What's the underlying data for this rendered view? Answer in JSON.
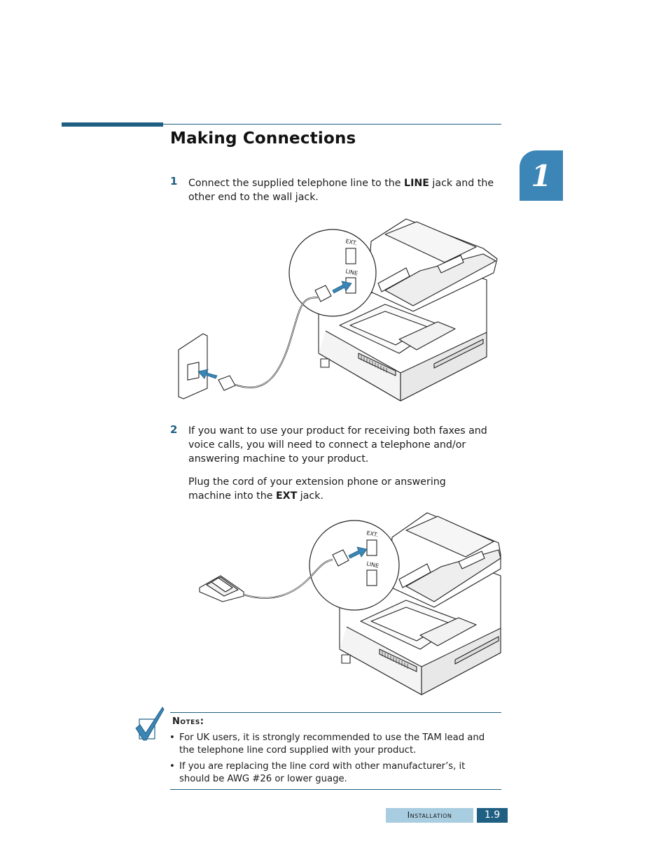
{
  "section": {
    "title": "Making Connections",
    "chapter_number": "1"
  },
  "steps": [
    {
      "number": "1",
      "text_before": "Connect the supplied telephone line to the ",
      "bold": "LINE",
      "text_after": " jack and the other end to the wall jack."
    },
    {
      "number": "2",
      "paragraph1": "If you want to use your product for receiving both faxes and voice calls, you will need to connect a telephone and/or answering machine to your product.",
      "text_before": "Plug the cord of your extension phone or answering machine into the ",
      "bold": "EXT",
      "text_after": " jack."
    }
  ],
  "figures": {
    "port_ext_label": "EXT.",
    "port_line_label": "LINE"
  },
  "notes": {
    "title": "Notes:",
    "items": [
      "For UK users, it is strongly recommended to use the TAM lead and the telephone line cord supplied with your product.",
      "If you are replacing the line cord with other manufacturer’s, it should be AWG #26 or lower guage."
    ],
    "bullet": "•"
  },
  "footer": {
    "section": "Installation",
    "page": "1.9"
  },
  "colors": {
    "accent": "#1f5f82",
    "tab": "#3b86b6",
    "footer_light": "#a8cde0",
    "arrow": "#3b86b6"
  }
}
